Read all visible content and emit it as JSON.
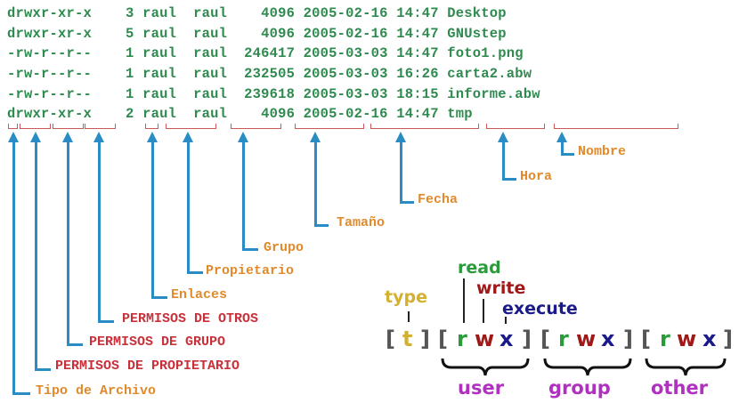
{
  "listing": {
    "rows": [
      {
        "perms": "drwxr-xr-x",
        "links": "3",
        "owner": "raul",
        "group": "raul",
        "size": "4096",
        "date": "2005-02-16",
        "time": "14:47",
        "name": "Desktop"
      },
      {
        "perms": "drwxr-xr-x",
        "links": "5",
        "owner": "raul",
        "group": "raul",
        "size": "4096",
        "date": "2005-02-16",
        "time": "14:47",
        "name": "GNUstep"
      },
      {
        "perms": "-rw-r--r--",
        "links": "1",
        "owner": "raul",
        "group": "raul",
        "size": "246417",
        "date": "2005-03-03",
        "time": "14:47",
        "name": "foto1.png"
      },
      {
        "perms": "-rw-r--r--",
        "links": "1",
        "owner": "raul",
        "group": "raul",
        "size": "232505",
        "date": "2005-03-03",
        "time": "16:26",
        "name": "carta2.abw"
      },
      {
        "perms": "-rw-r--r--",
        "links": "1",
        "owner": "raul",
        "group": "raul",
        "size": "239618",
        "date": "2005-03-03",
        "time": "18:15",
        "name": "informe.abw"
      },
      {
        "perms": "drwxr-xr-x",
        "links": "2",
        "owner": "raul",
        "group": "raul",
        "size": "4096",
        "date": "2005-02-16",
        "time": "14:47",
        "name": "tmp"
      }
    ]
  },
  "labels": {
    "nombre": "Nombre",
    "hora": "Hora",
    "fecha": "Fecha",
    "tamano": "Tamaño",
    "grupo": "Grupo",
    "propietario": "Propietario",
    "enlaces": "Enlaces",
    "permisos_otros": "PERMISOS DE OTROS",
    "permisos_grupo": "PERMISOS DE GRUPO",
    "permisos_propietario": "PERMISOS DE PROPIETARIO",
    "tipo_archivo": "Tipo de Archivo"
  },
  "legend": {
    "type": "type",
    "read": "read",
    "write": "write",
    "execute": "execute",
    "t": "t",
    "r": "r",
    "w": "w",
    "x": "x",
    "open": "[",
    "close": "]",
    "user": "user",
    "group": "group",
    "other": "other"
  },
  "colors": {
    "listing_text": "#2e8a4e",
    "bracket": "#c85a5a",
    "arrow": "#2a8cc4",
    "label_orange": "#e08a2c",
    "label_red": "#c8303a",
    "type": "#d4b030",
    "read": "#2a9a3a",
    "write": "#a01818",
    "execute": "#1a1a8a",
    "scope": "#b030c0"
  }
}
